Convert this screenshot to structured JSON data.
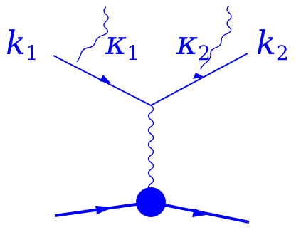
{
  "diagram": {
    "color": "#0000ff",
    "labels": {
      "k1": {
        "base": "k",
        "sub": "1"
      },
      "kappa1": {
        "base": "κ",
        "sub": "1"
      },
      "kappa2": {
        "base": "κ",
        "sub": "2"
      },
      "k2": {
        "base": "k",
        "sub": "2"
      }
    }
  }
}
